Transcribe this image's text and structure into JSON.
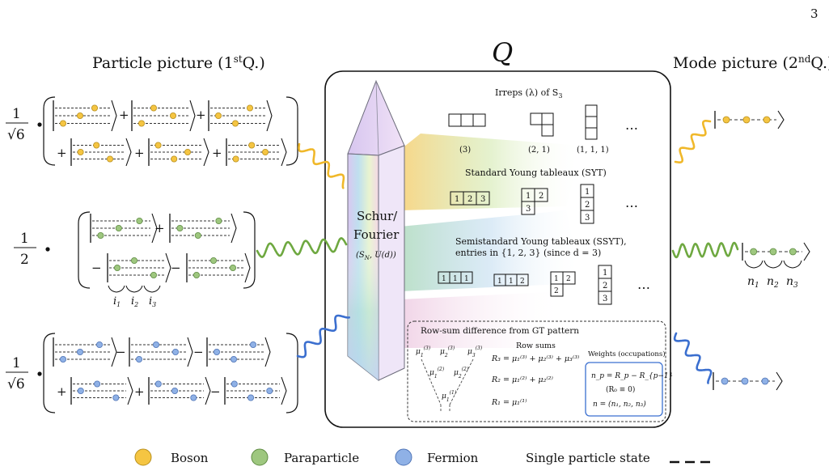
{
  "page_number": "3",
  "titles": {
    "center": "Q",
    "left_prefix": "Particle picture (1",
    "left_sup": "st",
    "left_suffix": "Q.)",
    "right_prefix": "Mode picture (2",
    "right_sup": "nd",
    "right_suffix": "Q.)"
  },
  "prism": {
    "line1": "Schur/",
    "line2": "Fourier",
    "line3": "(S",
    "line3_sub": "N",
    "line3_rest": ", U(d))"
  },
  "colors": {
    "boson": "#f5c542",
    "boson_stroke": "#b8901f",
    "boson_wave": "#f0b82a",
    "para": "#9ec77f",
    "para_stroke": "#5f8c43",
    "para_wave": "#6ea840",
    "fermion": "#8fb1e6",
    "fermion_stroke": "#4f74b6",
    "fermion_wave": "#3b6fcf",
    "weights_border": "#3a6fd0"
  },
  "rows": {
    "boson": {
      "coef_num": "1",
      "coef_den": "√6",
      "line1_signs": [
        "",
        "+",
        "+"
      ],
      "line2_signs": [
        "+",
        "+",
        "+"
      ]
    },
    "para": {
      "coef_num": "1",
      "coef_den": "2",
      "line1_signs": [
        "",
        "+"
      ],
      "line2_signs": [
        "−",
        "−"
      ],
      "index_labels": [
        "i",
        "i",
        "i"
      ],
      "index_subs": [
        "1",
        "2",
        "3"
      ]
    },
    "fermion": {
      "coef_num": "1",
      "coef_den": "√6",
      "line1_signs": [
        "",
        "−",
        "−"
      ],
      "line2_signs": [
        "+",
        "+",
        "−"
      ]
    }
  },
  "mode_labels": [
    "n",
    "n",
    "n"
  ],
  "mode_subs": [
    "1",
    "2",
    "3"
  ],
  "irreps": {
    "title_prefix": "Irreps (λ) of S",
    "title_sub": "3",
    "labels": [
      "(3)",
      "(2, 1)",
      "(1, 1, 1)"
    ],
    "ellipsis": "…"
  },
  "syt": {
    "title": "Standard Young tableaux (SYT)",
    "t1": [
      "1",
      "2",
      "3"
    ],
    "t2_top": [
      "1",
      "2"
    ],
    "t2_bottom": [
      "3"
    ],
    "t3": [
      "1",
      "2",
      "3"
    ],
    "ellipsis": "…"
  },
  "ssyt": {
    "title1": "Semistandard Young tableaux (SSYT),",
    "title2": "entries in {1, 2, 3} (since d = 3)",
    "t1": [
      "1",
      "1",
      "1"
    ],
    "t2": [
      "1",
      "1",
      "2"
    ],
    "t3_top": [
      "1",
      "2"
    ],
    "t3_bottom": [
      "2"
    ],
    "t4": [
      "1",
      "2",
      "3"
    ],
    "ellipsis": "…"
  },
  "gt": {
    "title": "Row-sum difference from GT pattern",
    "mu": "μ",
    "row_sums_title": "Row sums",
    "eq1": "R₃ = μ₁⁽³⁾ + μ₂⁽³⁾ + μ₃⁽³⁾",
    "eq2": "R₂ = μ₁⁽²⁾ + μ₂⁽²⁾",
    "eq3": "R₁ = μ₁⁽¹⁾",
    "weights_title": "Weights (occupations)",
    "w1": "n_p = R_p − R_{p−1}",
    "w2": "(R₀ ≡ 0)",
    "w3": "n = (n₁, n₂, n₃)"
  },
  "legend": {
    "boson": "Boson",
    "para": "Paraparticle",
    "fermion": "Fermion",
    "sps": "Single particle state"
  }
}
